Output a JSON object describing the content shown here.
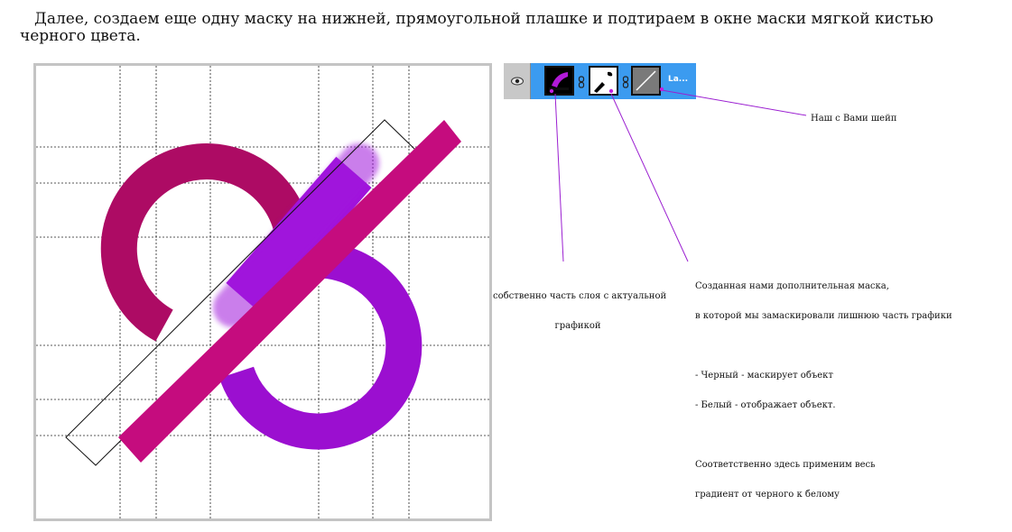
{
  "intro_text": "Далее, создаем еще одну маску на нижней, прямоугольной плашке и подтираем в окне маски мягкой кистью черного цвета.",
  "layers_panel": {
    "layer_name": "La...",
    "icons": [
      "eye-icon",
      "layer-thumbnail",
      "chain-link-icon",
      "layer-mask-thumbnail",
      "chain-link-icon",
      "vector-shape-thumbnail"
    ]
  },
  "annotations": {
    "shape_note": "Наш с Вами шейп",
    "graphic_note_line1": "собственно часть слоя с актуальной",
    "graphic_note_line2": "графикой",
    "mask_note_lines": [
      "Созданная нами дополнительная маска,",
      "в которой мы замаскировали лишнюю часть графики",
      "",
      "- Черный - маскирует объект",
      "- Белый - отображает объект.",
      "",
      "Соответственно здесь применим весь",
      "градиент от черного к белому"
    ]
  },
  "colors": {
    "ring_top": "#ad0b64",
    "ring_bottom": "#9b0fd0",
    "brush_stroke": "#a014dc",
    "bar": "#c50c7e",
    "panel_blue": "#3b9bf0",
    "connector": "#9b1fd1"
  }
}
